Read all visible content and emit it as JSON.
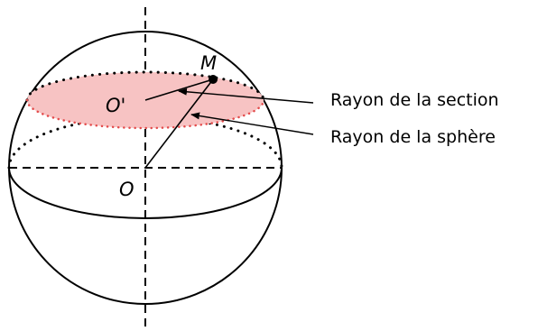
{
  "points": {
    "center": "O",
    "section_center": "O'",
    "surface_point": "M"
  },
  "callouts": {
    "section_radius": "Rayon de la section",
    "sphere_radius": "Rayon de la sphère"
  },
  "colors": {
    "section_fill": "#f7c3c3",
    "section_edge_front": "#e34b4b",
    "stroke": "#000000"
  }
}
